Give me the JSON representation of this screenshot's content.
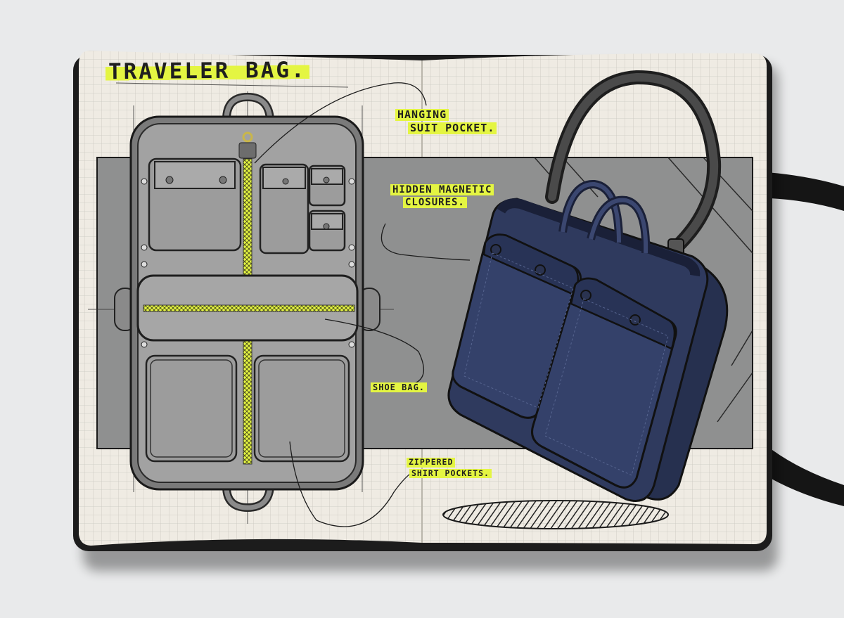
{
  "sketch": {
    "title": "TRAVELER BAG.",
    "callouts": {
      "hanging_line1": "HANGING",
      "hanging_line2": "SUIT POCKET.",
      "magnetic_line1": "HIDDEN MAGNETIC",
      "magnetic_line2": "CLOSURES.",
      "shoe": "SHOE BAG.",
      "zippered_line1": "ZIPPERED",
      "zippered_line2": "SHIRT POCKETS."
    }
  },
  "colors": {
    "highlighter": "#e4f542",
    "paper": "#efebe3",
    "bag_navy": "#2f3a5e",
    "bag_gray": "#8a8a8a",
    "backdrop_gray": "#8f9090"
  }
}
